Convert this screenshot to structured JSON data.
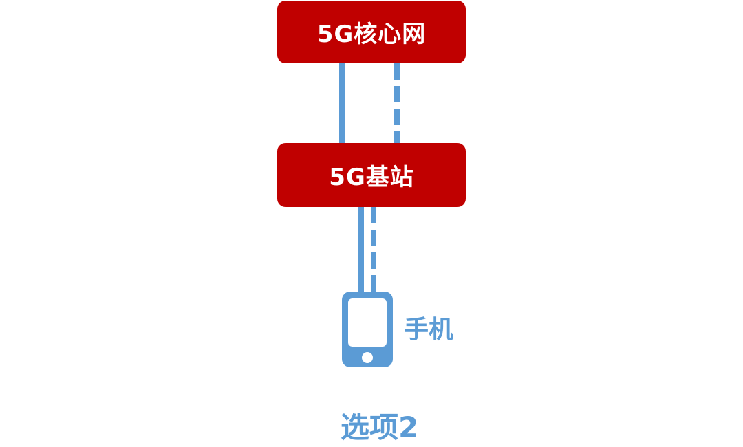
{
  "nodes": {
    "core_network": "5G核心网",
    "base_station": "5G基站"
  },
  "phone": {
    "label": "手机",
    "icon": "mobile-phone-icon"
  },
  "option_label": "选项2",
  "colors": {
    "node_fill": "#c00000",
    "node_text": "#ffffff",
    "link": "#5b9bd5",
    "label_text": "#5b9bd5"
  }
}
